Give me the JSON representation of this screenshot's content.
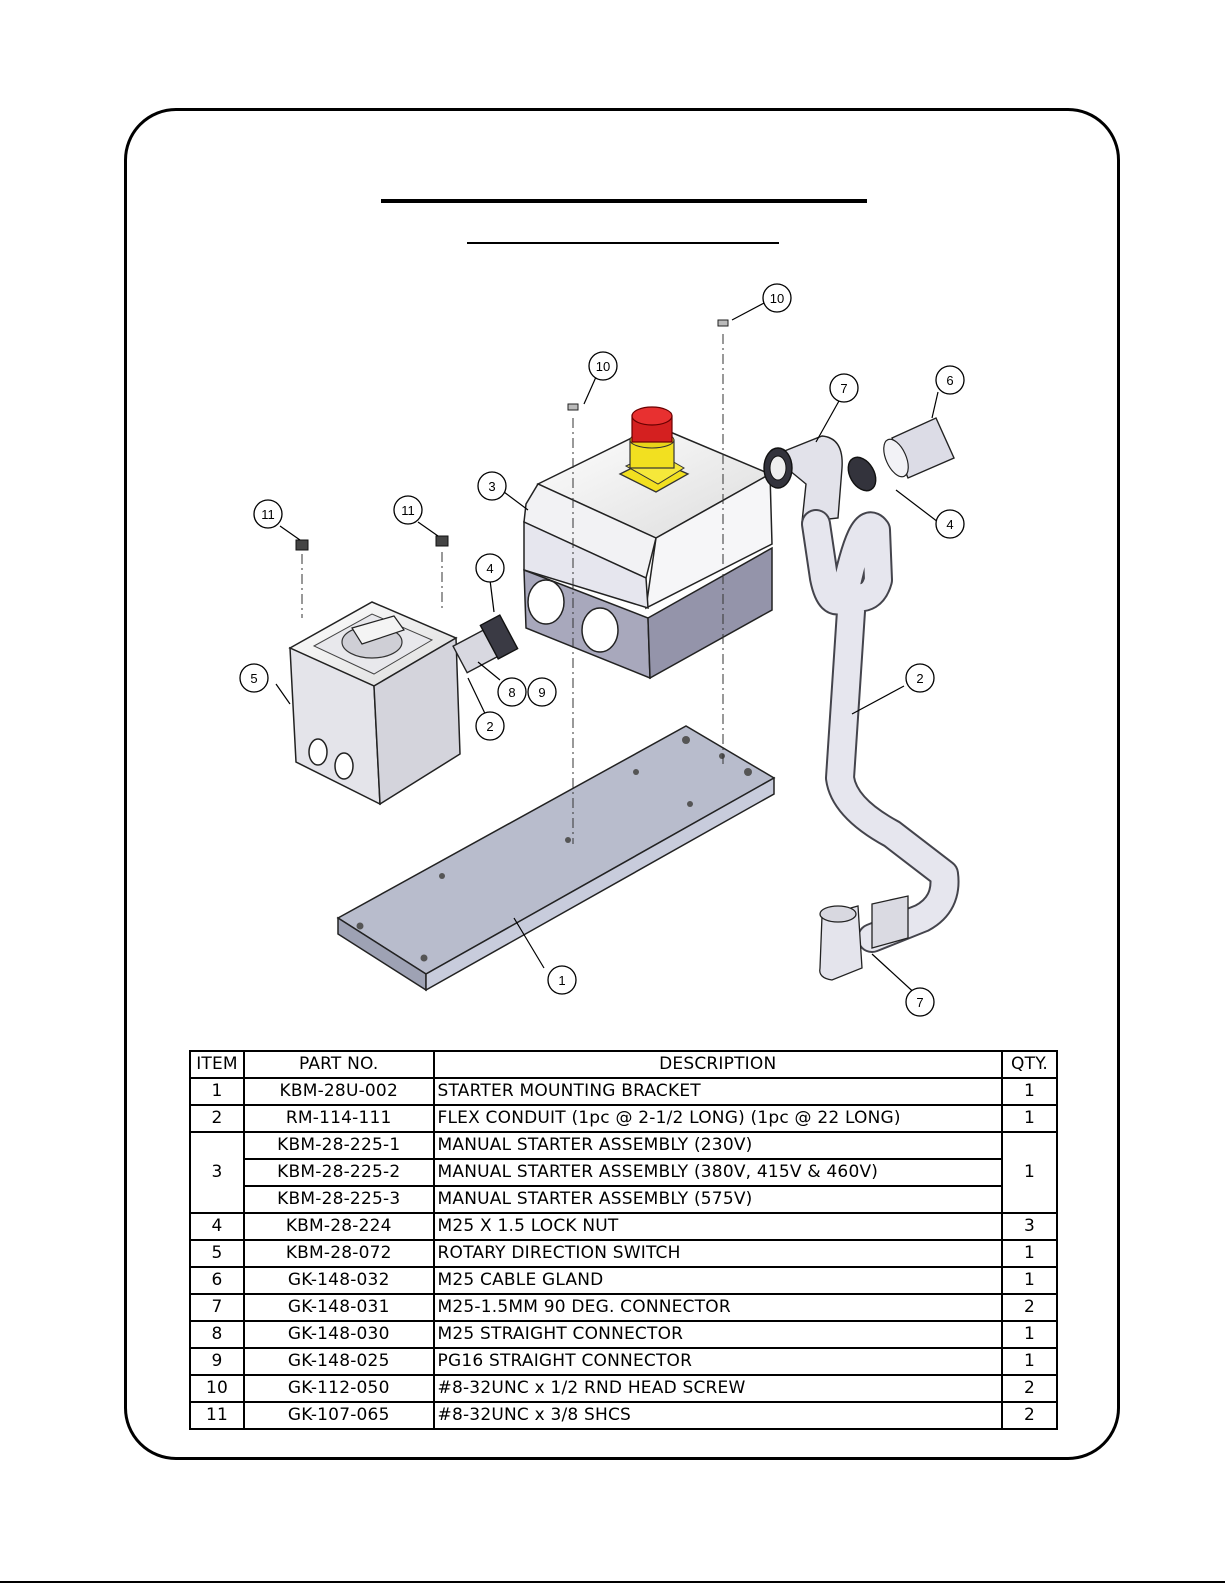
{
  "bom": {
    "headers": {
      "item": "ITEM",
      "part_no": "PART NO.",
      "description": "DESCRIPTION",
      "qty": "QTY."
    },
    "rows": [
      {
        "item": "1",
        "part_no": "KBM-28U-002",
        "description": "STARTER MOUNTING BRACKET",
        "qty": "1"
      },
      {
        "item": "2",
        "part_no": "RM-114-111",
        "description": "FLEX CONDUIT (1pc @ 2-1/2 LONG) (1pc @ 22 LONG)",
        "qty": "1"
      },
      {
        "item": "3",
        "part_no": "KBM-28-225-1",
        "description": "MANUAL STARTER ASSEMBLY (230V)",
        "qty": "1"
      },
      {
        "part_no": "KBM-28-225-2",
        "description": "MANUAL STARTER ASSEMBLY (380V, 415V & 460V)"
      },
      {
        "part_no": "KBM-28-225-3",
        "description": "MANUAL STARTER ASSEMBLY (575V)"
      },
      {
        "item": "4",
        "part_no": "KBM-28-224",
        "description": "M25 X 1.5 LOCK NUT",
        "qty": "3"
      },
      {
        "item": "5",
        "part_no": "KBM-28-072",
        "description": "ROTARY DIRECTION SWITCH",
        "qty": "1"
      },
      {
        "item": "6",
        "part_no": "GK-148-032",
        "description": "M25 CABLE GLAND",
        "qty": "1"
      },
      {
        "item": "7",
        "part_no": "GK-148-031",
        "description": "M25-1.5MM  90 DEG. CONNECTOR",
        "qty": "2"
      },
      {
        "item": "8",
        "part_no": "GK-148-030",
        "description": "M25 STRAIGHT CONNECTOR",
        "qty": "1"
      },
      {
        "item": "9",
        "part_no": "GK-148-025",
        "description": "PG16 STRAIGHT CONNECTOR",
        "qty": "1"
      },
      {
        "item": "10",
        "part_no": "GK-112-050",
        "description": "#8-32UNC x 1/2 RND HEAD SCREW",
        "qty": "2"
      },
      {
        "item": "11",
        "part_no": "GK-107-065",
        "description": "#8-32UNC x 3/8 SHCS",
        "qty": "2"
      }
    ]
  },
  "balloons": {
    "b1": "1",
    "b2a": "2",
    "b2b": "2",
    "b3": "3",
    "b4a": "4",
    "b4b": "4",
    "b5": "5",
    "b6": "6",
    "b7a": "7",
    "b7b": "7",
    "b8": "8",
    "b9": "9",
    "b10a": "10",
    "b10b": "10",
    "b11a": "11",
    "b11b": "11"
  },
  "colors": {
    "estop_red": "#d42020",
    "estop_yellow": "#f2e020",
    "enclosure_top": "#f0f0f0",
    "enclosure_base": "#9c9cae",
    "bracket": "#b8bccc",
    "conduit": "#dcdce4"
  }
}
